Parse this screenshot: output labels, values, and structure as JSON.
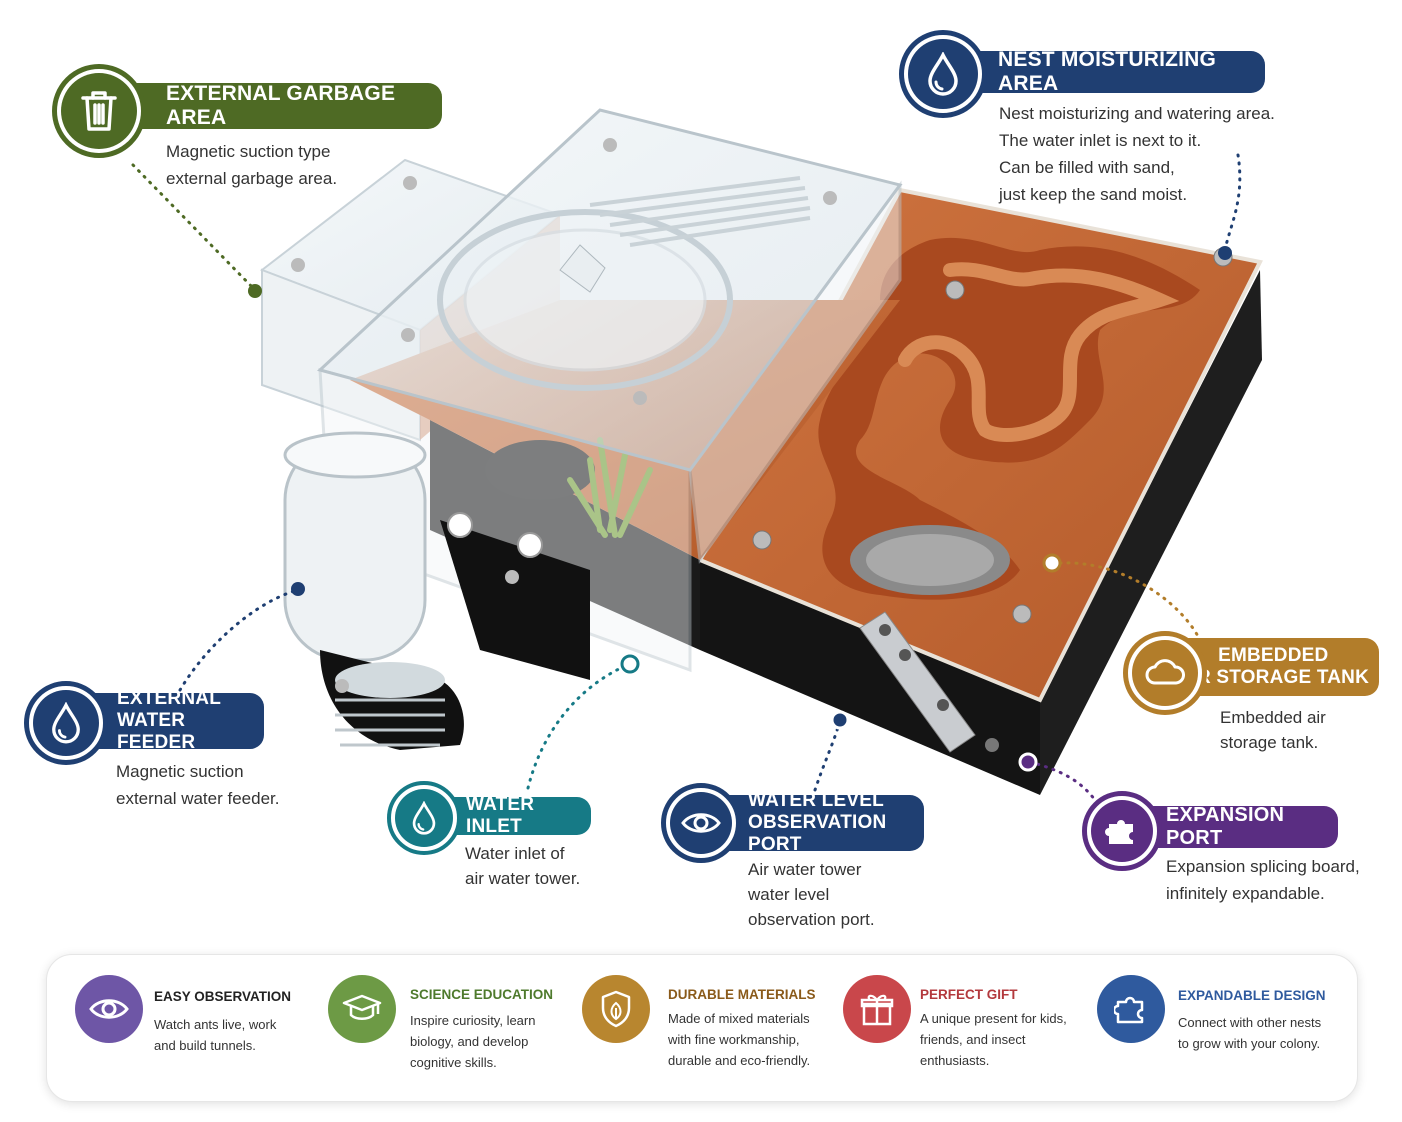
{
  "callouts": {
    "garbage": {
      "title": "EXTERNAL GARBAGE AREA",
      "lines": [
        "Magnetic suction type",
        "external garbage area."
      ],
      "color": "#4e6a24"
    },
    "nest": {
      "title": "NEST MOISTURIZING AREA",
      "lines": [
        "Nest moisturizing and watering area.",
        "The water inlet is next to it.",
        "Can be filled with sand,",
        "just keep the sand moist."
      ],
      "color": "#1f3f72"
    },
    "feeder": {
      "title_lines": [
        "EXTERNAL",
        "WATER FEEDER"
      ],
      "lines": [
        "Magnetic suction",
        "external water feeder."
      ],
      "color": "#1f3f72"
    },
    "inlet": {
      "title": "WATER INLET",
      "lines": [
        "Water inlet of",
        "air water tower."
      ],
      "color": "#167a86"
    },
    "waterlevel": {
      "title_lines": [
        "WATER LEVEL",
        "OBSERVATION PORT"
      ],
      "lines": [
        "Air water tower",
        "water level",
        "observation port."
      ],
      "color": "#1f3f72"
    },
    "airtank": {
      "title_lines": [
        "EMBEDDED",
        "AIR STORAGE TANK"
      ],
      "lines": [
        "Embedded air",
        "storage tank."
      ],
      "color": "#b27d2a"
    },
    "expansion": {
      "title": "EXPANSION PORT",
      "lines": [
        "Expansion splicing board,",
        "infinitely expandable."
      ],
      "color": "#5a2d82"
    }
  },
  "features": [
    {
      "title": "EASY OBSERVATION",
      "lines": [
        "Watch ants live, work",
        "and build tunnels."
      ],
      "color": "#6e56a6",
      "title_color": "#222222",
      "icon": "eye-icon"
    },
    {
      "title": "SCIENCE EDUCATION",
      "lines": [
        "Inspire curiosity, learn",
        "biology, and develop",
        "cognitive skills."
      ],
      "color": "#6d9a45",
      "title_color": "#4e7a2c",
      "icon": "graduation-cap-icon"
    },
    {
      "title": "DURABLE MATERIALS",
      "lines": [
        "Made of mixed materials",
        "with fine workmanship,",
        "durable and eco-friendly."
      ],
      "color": "#b8862f",
      "title_color": "#8a5a1a",
      "icon": "shield-leaf-icon"
    },
    {
      "title": "PERFECT GIFT",
      "lines": [
        "A unique present for kids,",
        "friends, and insect",
        "enthusiasts."
      ],
      "color": "#c9474b",
      "title_color": "#b3393d",
      "icon": "gift-icon"
    },
    {
      "title": "EXPANDABLE DESIGN",
      "lines": [
        "Connect with other nests",
        "to grow with your colony."
      ],
      "color": "#2f5a9e",
      "title_color": "#2f5a9e",
      "icon": "puzzle-icon"
    }
  ]
}
